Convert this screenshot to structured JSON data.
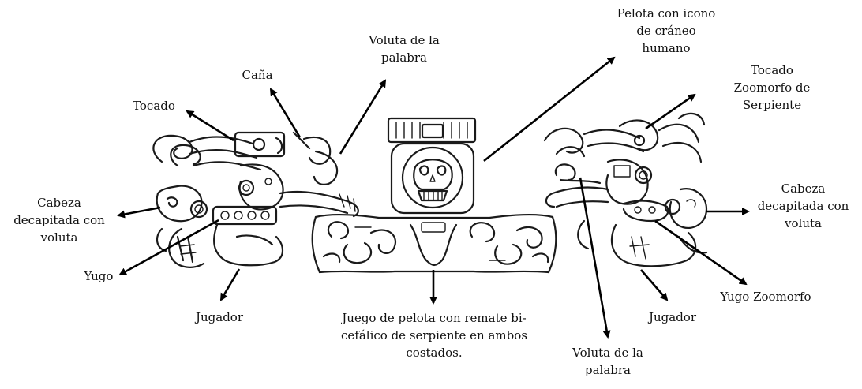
{
  "labels": {
    "tocado": "Tocado",
    "cana": "Caña",
    "voluta_palabra_top": "Voluta de la\npalabra",
    "pelota": "Pelota con icono\nde cráneo\nhumano",
    "tocado_zoomorfo": "Tocado\nZoomorfo de\nSerpiente",
    "cabeza_left": "Cabeza\ndecapitada con\nvoluta",
    "yugo": "Yugo",
    "jugador_left": "Jugador",
    "juego": "Juego de pelota con remate bi-\ncefálico de serpiente en ambos\ncostados.",
    "voluta_palabra_bottom": "Voluta de la\npalabra",
    "jugador_right": "Jugador",
    "yugo_zoomorfo": "Yugo Zoomorfo",
    "cabeza_right": "Cabeza\ndecapitada con\nvoluta"
  },
  "colors": {
    "ink": "#1a1a1a",
    "background": "#ffffff"
  }
}
